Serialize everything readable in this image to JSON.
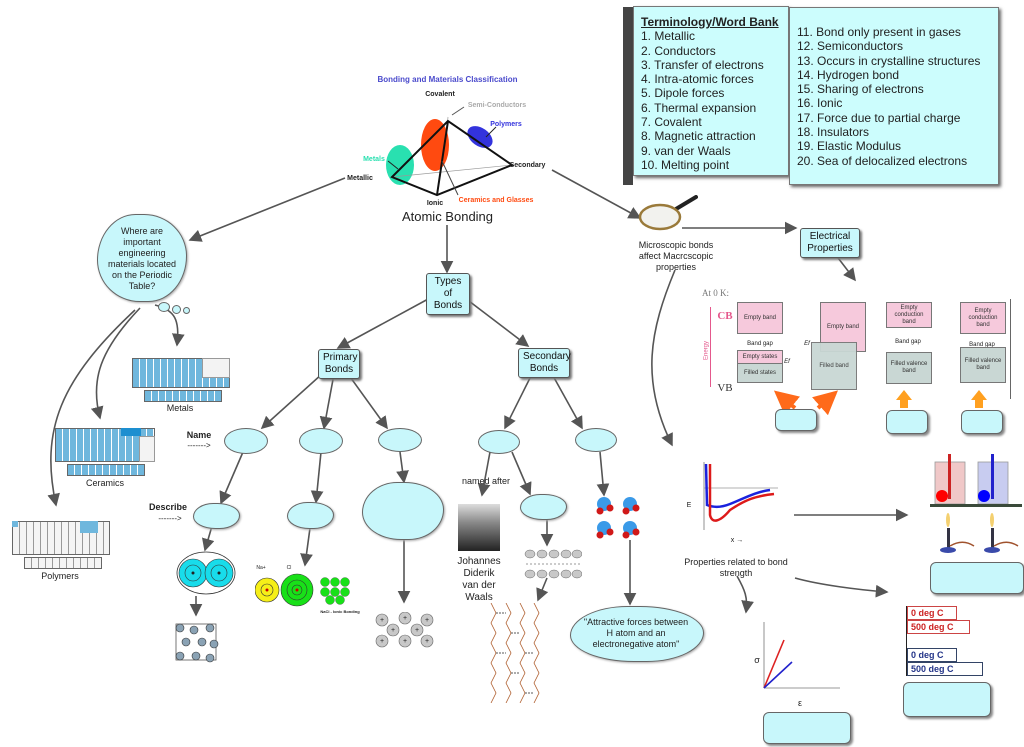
{
  "word_bank": {
    "title": "Terminology/Word Bank",
    "left": [
      "1. Metallic",
      "2. Conductors",
      "3. Transfer of electrons",
      "4. Intra-atomic forces",
      "5. Dipole forces",
      "6. Thermal expansion",
      "7. Covalent",
      "8. Magnetic attraction",
      "9. van der Waals",
      "10. Melting point"
    ],
    "right": [
      "11. Bond only present in gases",
      "12. Semiconductors",
      "13. Occurs in crystalline structures",
      "14. Hydrogen bond",
      "15. Sharing of electrons",
      "16. Ionic",
      "17. Force due to partial charge",
      "18. Insulators",
      "19. Elastic Modulus",
      "20. Sea of delocalized electrons"
    ]
  },
  "tetrahedron": {
    "title": "Bonding and Materials Classification",
    "vertices": {
      "top": "Covalent",
      "left": "Metallic",
      "bottom": "Ionic",
      "right": "Secondary"
    },
    "regions": {
      "semiconductors": "Semi-Conductors",
      "polymers": "Polymers",
      "metals": "Metals",
      "ceramics": "Ceramics and Glasses"
    },
    "caption": "Atomic Bonding",
    "colors": {
      "title": "#4a4acc",
      "metals": "#29e0b0",
      "ceramics": "#ff4a10",
      "polymers": "#3333dd",
      "semi": "#aaaaaa"
    }
  },
  "periodic": {
    "question": "Where are important engineering materials located on the Periodic Table?",
    "tables": [
      "Metals",
      "Ceramics",
      "Polymers"
    ]
  },
  "bonds": {
    "types": "Types of Bonds",
    "primary": "Primary Bonds",
    "secondary": "Secondary Bonds",
    "name_hint": "Name",
    "describe_hint": "Describe",
    "arrow_hint": "------->",
    "nacl_caption": "NaCl - Ionic Bonding",
    "na_label": "Na+",
    "cl_label": "Cl",
    "named_after": "named after",
    "vdw_person": "Johannes Diderik van der Waals",
    "hbond_quote": "\"Attractive forces between H atom and an electronegative atom\""
  },
  "properties": {
    "microscope_caption": "Microscopic bonds affect Macrcscopic properties",
    "electrical": "Electrical Properties",
    "band_diagram": {
      "at0k": "At 0 K:",
      "cb": "CB",
      "vb": "VB",
      "energy": "Energy",
      "empty_band": "Empty band",
      "band_gap": "Band gap",
      "empty_states": "Empty states",
      "filled_states": "Filled states",
      "filled_band": "Filled band",
      "empty_conduction": "Empty conduction band",
      "filled_valence": "Filled valence band",
      "ef": "Ef"
    },
    "bond_strength": "Properties related to bond strength",
    "energy_axis": "E",
    "x_axis": "x →",
    "sigma": "σ",
    "epsilon": "ε",
    "temps_red": [
      "0 deg C",
      "500 deg C"
    ],
    "temps_blue": [
      "0 deg C",
      "500 deg C"
    ],
    "colors": {
      "red": "#cc2222",
      "blue": "#2233aa",
      "orange": "#ff7a1a"
    }
  }
}
